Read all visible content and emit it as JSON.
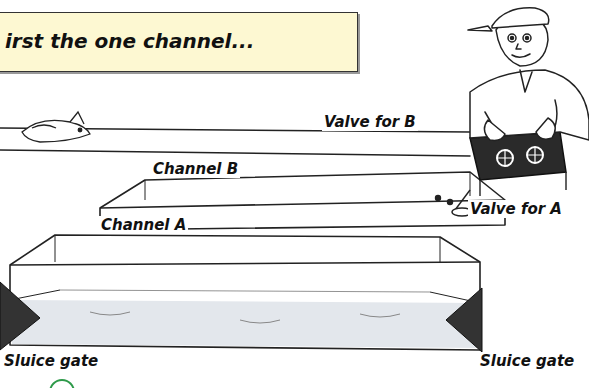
{
  "diagram": {
    "nodes": [
      {
        "text": [
          "irst the one channel..."
        ]
      }
    ],
    "labels": [
      "Valve for B",
      "Channel B",
      "Valve for A",
      "Channel A",
      "Sluice gate",
      "Sluice gate"
    ]
  }
}
